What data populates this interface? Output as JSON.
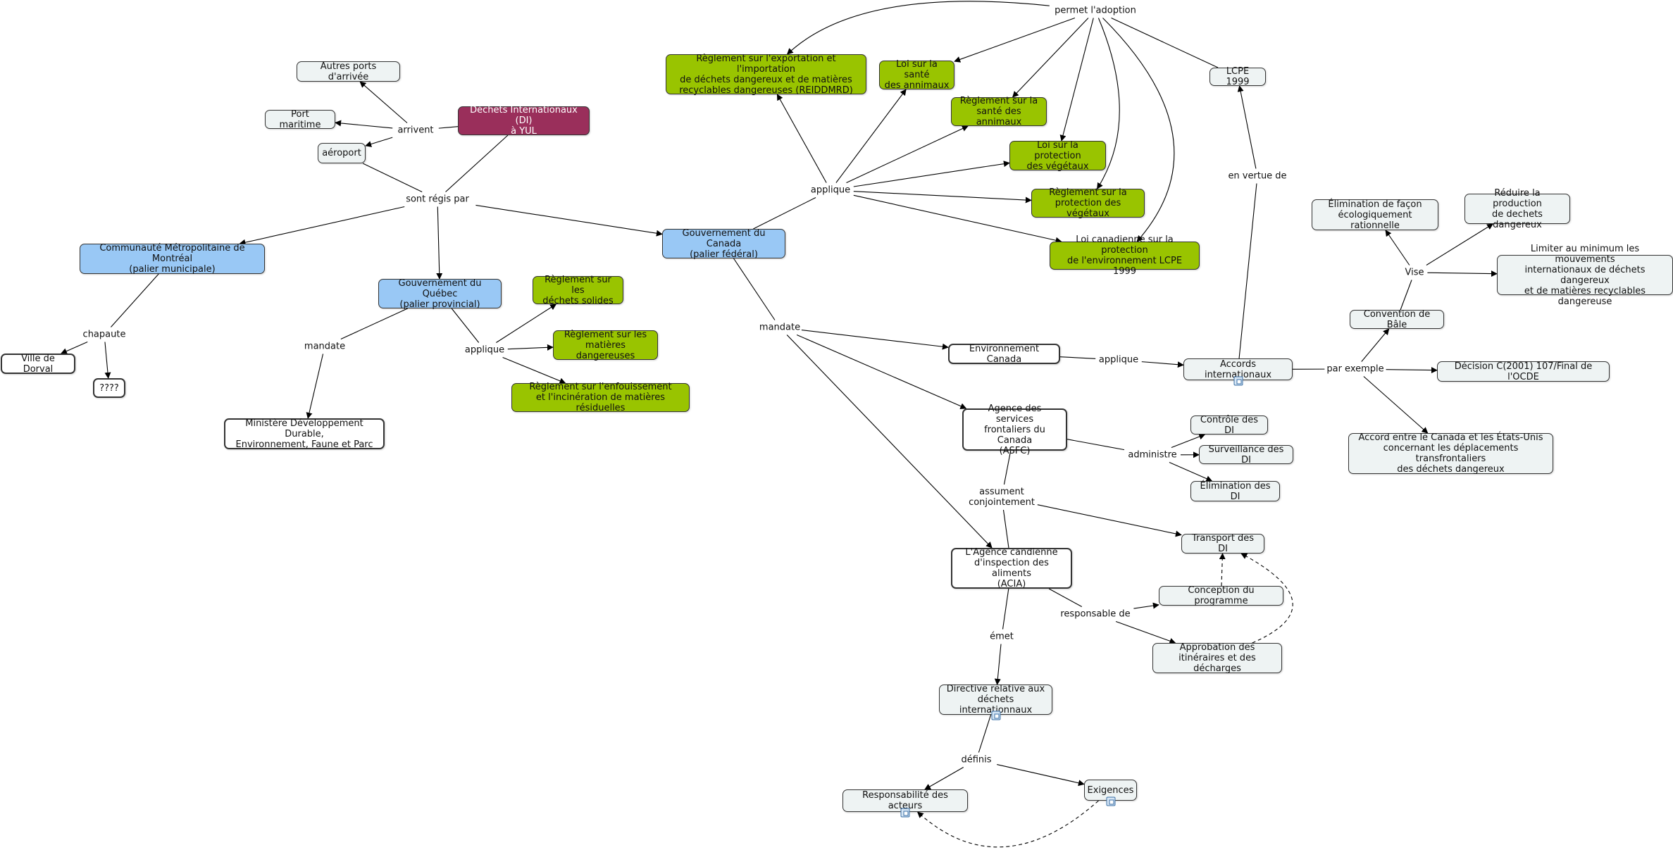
{
  "diagram": {
    "nodes": [
      {
        "id": "di",
        "text": "Déchets Internationaux (DI)\nà YUL",
        "style": "root"
      },
      {
        "id": "autres",
        "text": "Autres ports d'arrivée",
        "style": "light"
      },
      {
        "id": "maritime",
        "text": "Port maritime",
        "style": "light"
      },
      {
        "id": "aeroport",
        "text": "aéroport",
        "style": "light"
      },
      {
        "id": "cmm",
        "text": "Communauté Métropolitaine de Montréal\n(palier municipale)",
        "style": "blue"
      },
      {
        "id": "dorval",
        "text": "Ville de Dorval",
        "style": "thick"
      },
      {
        "id": "qqq",
        "text": "????",
        "style": "thick"
      },
      {
        "id": "gqc",
        "text": "Gouvernement du Québec\n(palier provincial)",
        "style": "blue"
      },
      {
        "id": "mddefp",
        "text": "Ministère Développement Durable,\nEnvironnement, Faune et Parc",
        "style": "thick"
      },
      {
        "id": "r_solides",
        "text": "Règlement sur les\ndéchets solides",
        "style": "green"
      },
      {
        "id": "r_mat",
        "text": "Règlement sur les\nmatières dangereuses",
        "style": "green"
      },
      {
        "id": "r_enfouis",
        "text": "Règlement sur l'enfouissement\net l'incinération de matières résiduelles",
        "style": "green"
      },
      {
        "id": "gca",
        "text": "Gouvernement du Canada\n(palier fédéral)",
        "style": "blue"
      },
      {
        "id": "reiddmrd",
        "text": "Règlement sur l'exportation et l'importation\nde déchets dangereux et de matières\nrecyclables dangereuses (REIDDMRD)",
        "style": "green"
      },
      {
        "id": "loi_sante",
        "text": "Loi sur la santé\ndes annimaux",
        "style": "green"
      },
      {
        "id": "r_sante",
        "text": "Règlement sur la\nsanté des annimaux",
        "style": "green"
      },
      {
        "id": "loi_veg",
        "text": "Loi sur la protection\ndes végétaux",
        "style": "green"
      },
      {
        "id": "r_veg",
        "text": "Règlement sur la\nprotection des végétaux",
        "style": "green"
      },
      {
        "id": "lcpe_loi",
        "text": "Loi canadienne sur la protection\nde l'environnement LCPE 1999",
        "style": "green"
      },
      {
        "id": "lcpe",
        "text": "LCPE 1999",
        "style": "light"
      },
      {
        "id": "envcan",
        "text": "Environnement Canada",
        "style": "thick"
      },
      {
        "id": "accords",
        "text": "Accords internationaux",
        "style": "light"
      },
      {
        "id": "asfc",
        "text": "Agence des services\nfrontaliers du Canada\n(ASFC)",
        "style": "thick"
      },
      {
        "id": "controle",
        "text": "Contrôle des DI",
        "style": "light"
      },
      {
        "id": "surveillance",
        "text": "Surveillance des DI",
        "style": "light"
      },
      {
        "id": "elimination",
        "text": "Élimination des DI",
        "style": "light"
      },
      {
        "id": "transport",
        "text": "Transport des DI",
        "style": "light"
      },
      {
        "id": "acia",
        "text": "L'Agence candienne\nd'inspection des aliments\n(ACIA)",
        "style": "thick"
      },
      {
        "id": "conception",
        "text": "Conception du programme",
        "style": "light"
      },
      {
        "id": "approbation",
        "text": "Approbation des\nitinéraires et des décharges",
        "style": "light"
      },
      {
        "id": "directive",
        "text": "Directive relative aux\ndéchets internationnaux",
        "style": "light"
      },
      {
        "id": "responsabilite",
        "text": "Responsabilité des acteurs",
        "style": "light"
      },
      {
        "id": "exigences",
        "text": "Exigences",
        "style": "light"
      },
      {
        "id": "bale",
        "text": "Convention de Bâle",
        "style": "light"
      },
      {
        "id": "elim_eco",
        "text": "Élimination de façon\nécologiquement rationnelle",
        "style": "light"
      },
      {
        "id": "reduire",
        "text": "Réduire la production\nde dechets dangereux",
        "style": "light"
      },
      {
        "id": "limiter",
        "text": "Limiter au minimum les mouvements\ninternationaux de déchets dangereux\net de matières recyclables dangereuse",
        "style": "light"
      },
      {
        "id": "ocde",
        "text": "Décision C(2001) 107/Final de l'OCDE",
        "style": "light"
      },
      {
        "id": "accord_cu",
        "text": "Accord entre le Canada et les États-Unis\nconcernant les déplacements transfrontaliers\ndes déchets dangereux",
        "style": "light"
      }
    ],
    "linking_phrases": [
      {
        "id": "arrivent",
        "text": "arrivent"
      },
      {
        "id": "regis",
        "text": "sont régis par"
      },
      {
        "id": "chapaute",
        "text": "chapaute"
      },
      {
        "id": "mandate_qc",
        "text": "mandate"
      },
      {
        "id": "applique_qc",
        "text": "applique"
      },
      {
        "id": "applique_ca",
        "text": "applique"
      },
      {
        "id": "permet",
        "text": "permet l'adoption"
      },
      {
        "id": "vertu",
        "text": "en vertue de"
      },
      {
        "id": "mandate_ca",
        "text": "mandate"
      },
      {
        "id": "applique_env",
        "text": "applique"
      },
      {
        "id": "par_exemple",
        "text": "par exemple"
      },
      {
        "id": "vise",
        "text": "Vise"
      },
      {
        "id": "administre",
        "text": "administre"
      },
      {
        "id": "assument",
        "text": "assument\nconjointement"
      },
      {
        "id": "responsable",
        "text": "responsable de"
      },
      {
        "id": "emet",
        "text": "émet"
      },
      {
        "id": "definis",
        "text": "définis"
      }
    ],
    "resource_icons": [
      "accords",
      "directive",
      "responsabilite",
      "exigences"
    ]
  }
}
